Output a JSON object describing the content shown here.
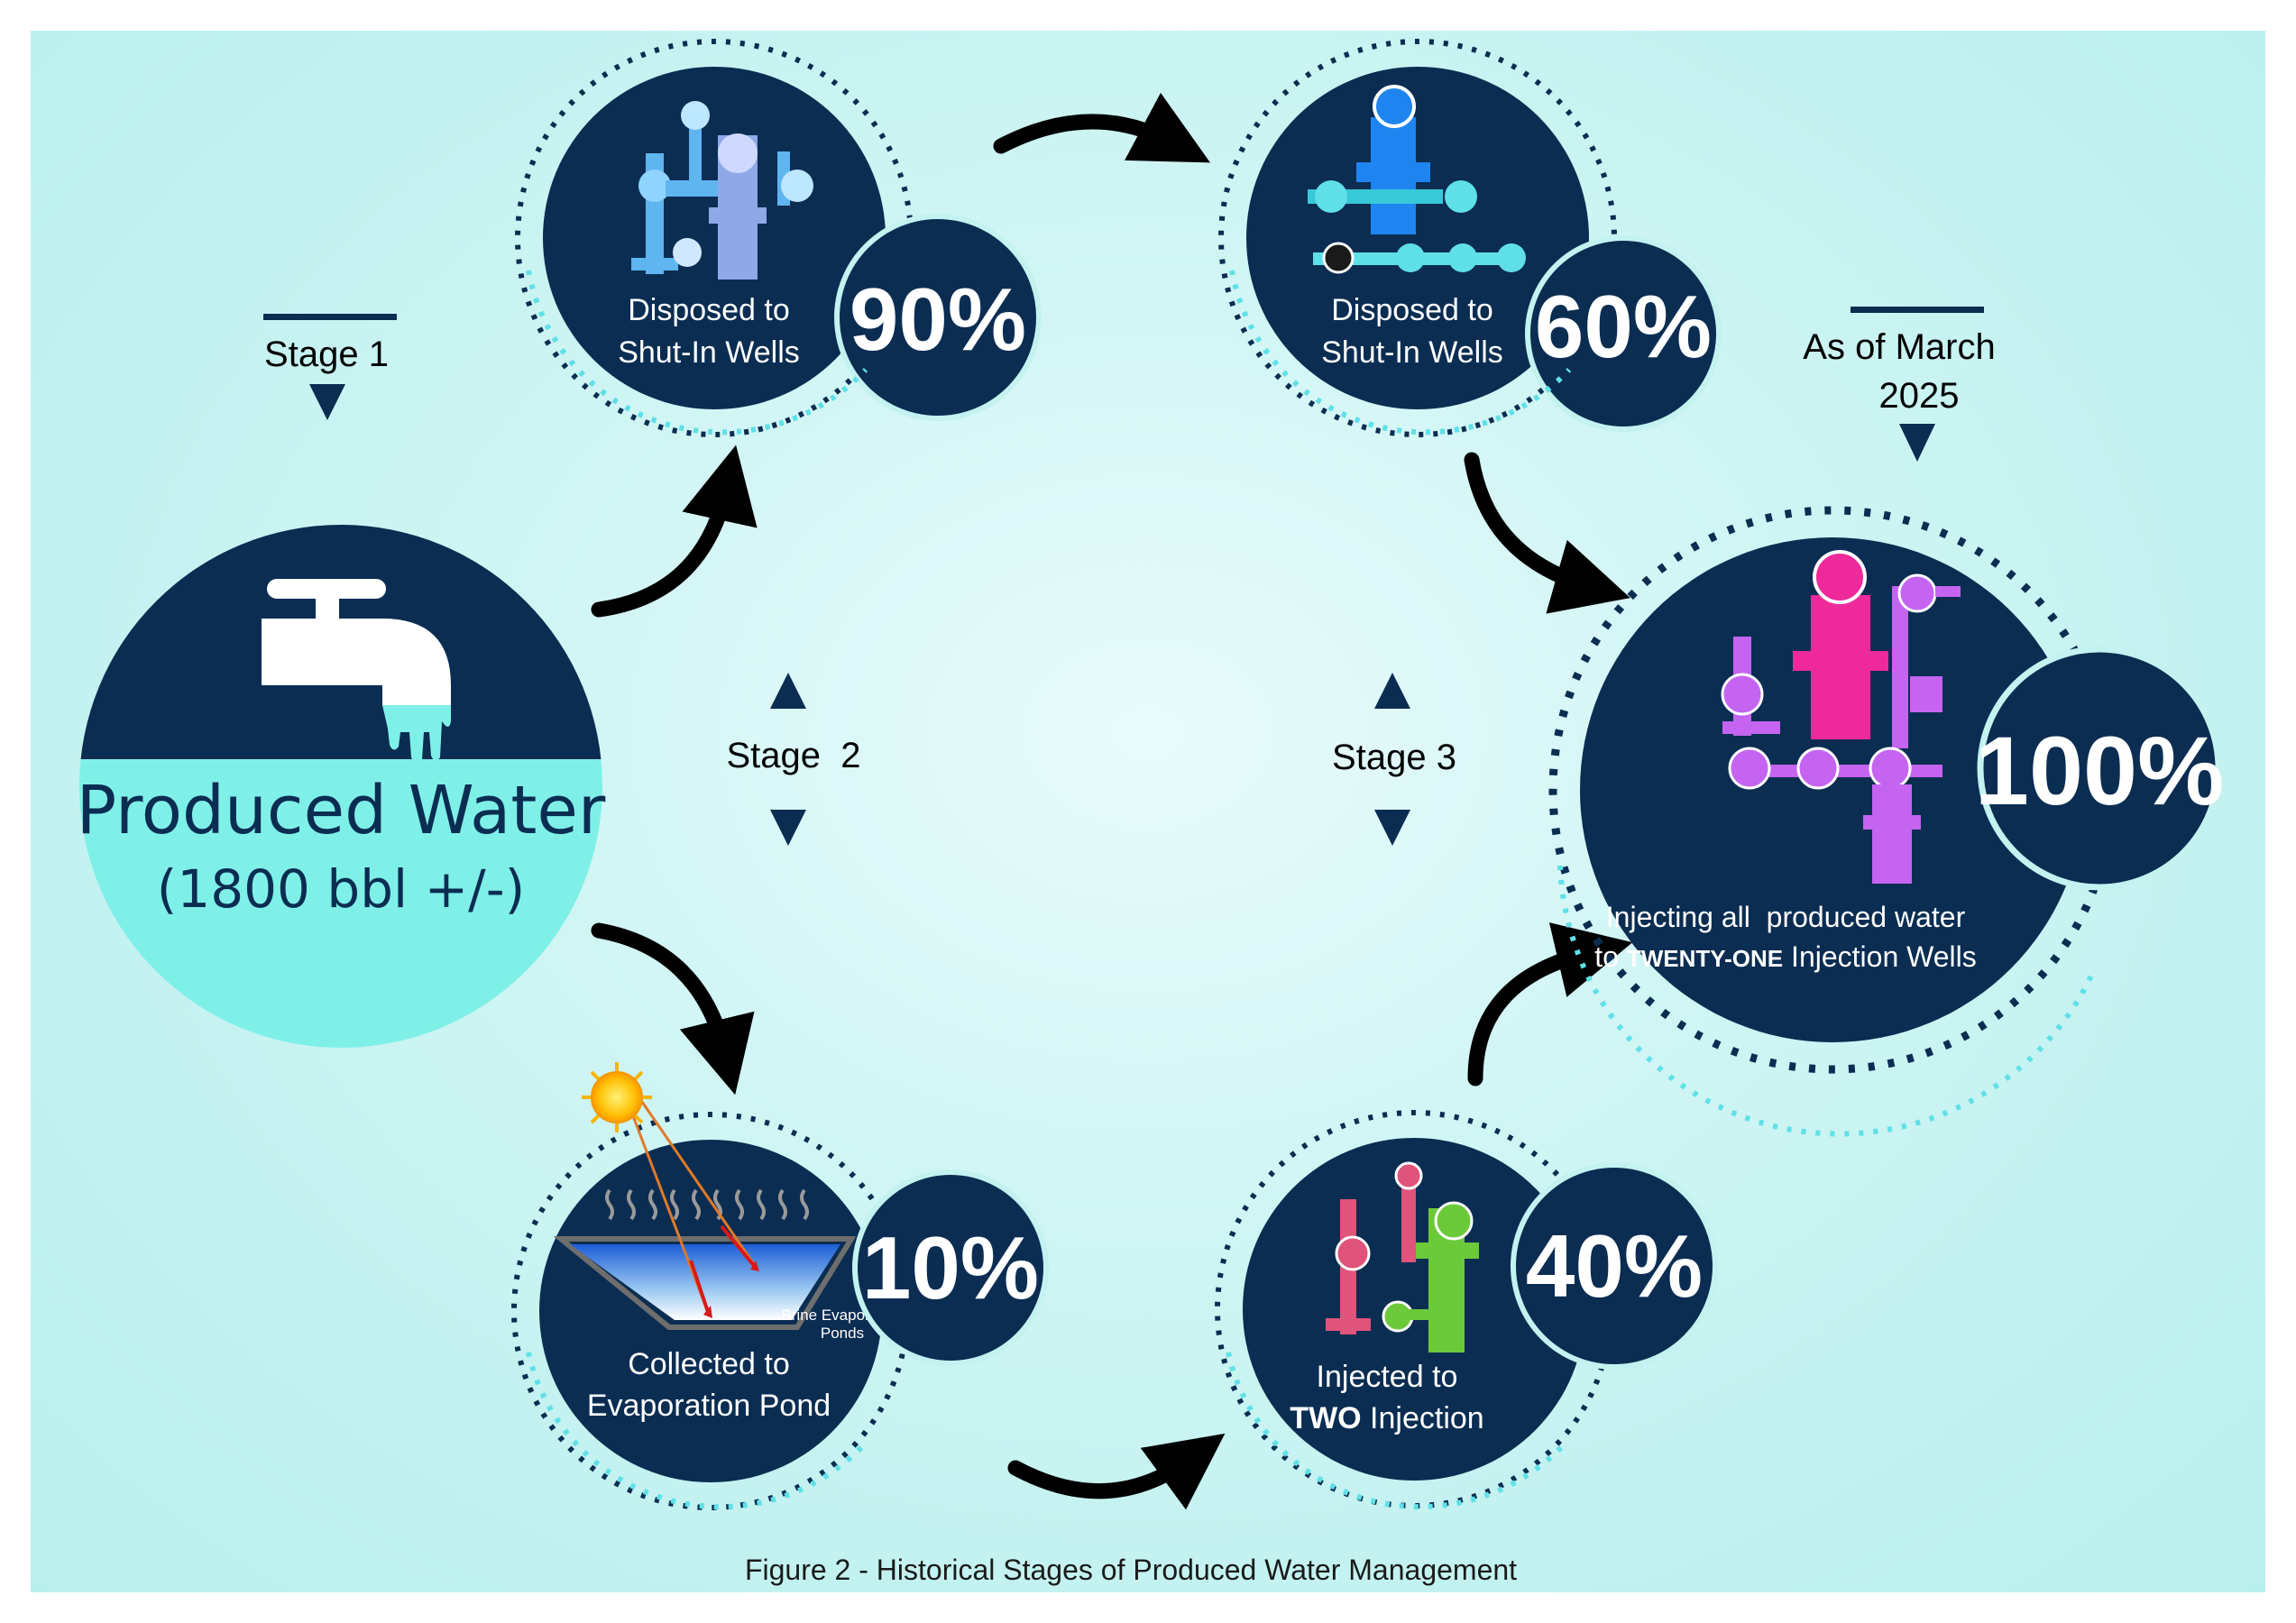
{
  "figure_caption": "Figure 2 - Historical Stages of Produced Water Management",
  "colors": {
    "background": "#c3f2f0",
    "navy": "#0b2d52",
    "teal_fill": "#7ff0e8",
    "arrow": "#000000"
  },
  "source": {
    "title": "Produced Water",
    "volume": "(1800 bbl +/-)",
    "icon": "water-faucet-icon"
  },
  "stage_labels": {
    "stage1": "Stage 1",
    "stage2": "Stage  2",
    "stage3": "Stage 3",
    "current_line1": "As of March",
    "current_line2": "2025"
  },
  "nodes": {
    "stage2_shut_in": {
      "line1": "Disposed to",
      "line2": "Shut-In Wells",
      "percent": "90%",
      "icon": "wellhead-valves-icon",
      "accent": "#5fb5f0"
    },
    "stage2_evaporation": {
      "line1": "Collected to",
      "line2": "Evaporation Pond",
      "percent": "10%",
      "icon": "evaporation-pond-icon",
      "pond_label_line1": "Brine Evaporation",
      "pond_label_line2": "Ponds"
    },
    "stage3_shut_in": {
      "line1": "Disposed to",
      "line2": "Shut-In Wells",
      "percent": "60%",
      "icon": "wellhead-valves-icon",
      "accent": "#1e84f0"
    },
    "stage3_injection": {
      "line1": "Injected to",
      "line2_bold": "TWO",
      "line2_rest": " Injection",
      "percent": "40%",
      "icon": "injection-wellhead-icon"
    },
    "current": {
      "line1": "Injecting all  produced water",
      "line2_prefix": "to ",
      "line2_bold": "TWENTY-ONE",
      "line2_rest": " Injection Wells",
      "percent": "100%",
      "icon": "injection-wellhead-icon"
    }
  }
}
